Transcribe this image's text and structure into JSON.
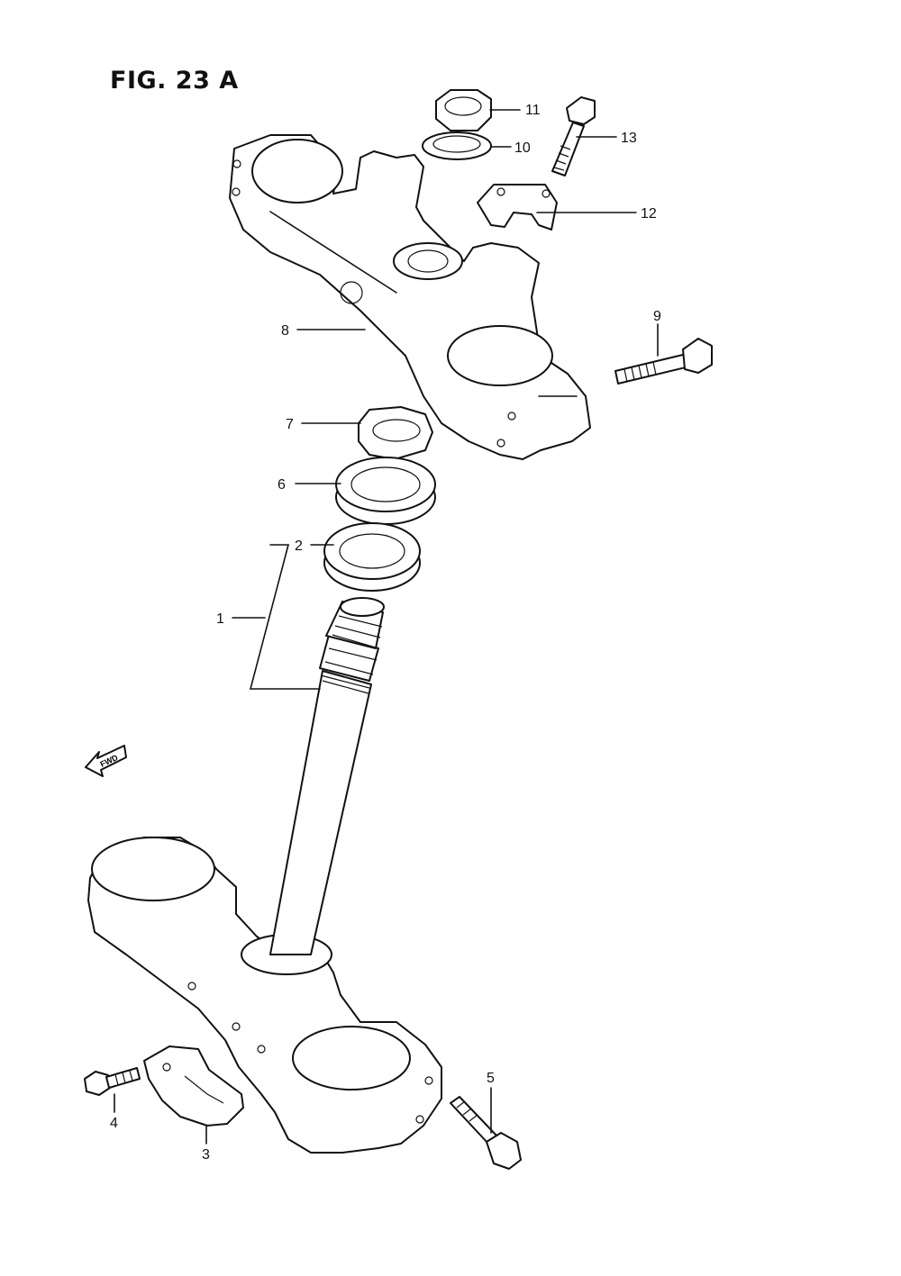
{
  "figure": {
    "title": "FIG. 23 A"
  },
  "direction_marker": {
    "text": "FWD",
    "icon": "fwd-arrow-icon"
  },
  "callouts": {
    "p1": "1",
    "p2": "2",
    "p3": "3",
    "p4": "4",
    "p5": "5",
    "p6": "6",
    "p7": "7",
    "p8": "8",
    "p9": "9",
    "p10": "10",
    "p11": "11",
    "p12": "12",
    "p13": "13"
  },
  "colors": {
    "ink": "#111111",
    "paper": "#ffffff"
  }
}
